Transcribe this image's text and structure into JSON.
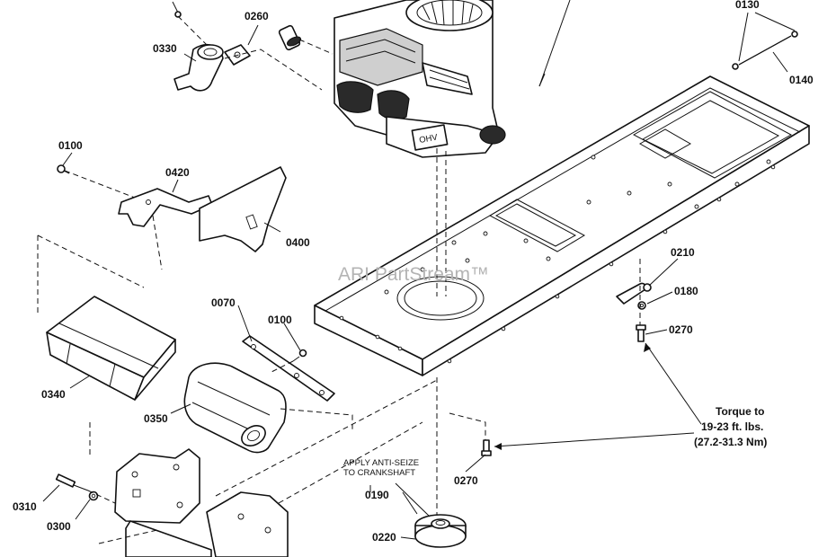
{
  "callouts": {
    "c0130": "0130",
    "c0140": "0140",
    "c0260": "0260",
    "c0330": "0330",
    "c0100a": "0100",
    "c0420": "0420",
    "c0400": "0400",
    "c0210": "0210",
    "c0180": "0180",
    "c0270a": "0270",
    "c0070": "0070",
    "c0100b": "0100",
    "c0340": "0340",
    "c0350": "0350",
    "c0310": "0310",
    "c0300": "0300",
    "c0270b": "0270",
    "c0190": "0190",
    "c0220": "0220"
  },
  "notes": {
    "anti_seize_line1": "APPLY ANTI-SEIZE",
    "anti_seize_line2": "TO CRANKSHAFT",
    "torque_line1": "Torque to",
    "torque_line2": "19-23 ft. lbs.",
    "torque_line3": "(27.2-31.3 Nm)"
  },
  "watermark": "ARI PartStream™",
  "colors": {
    "ink": "#111111",
    "background": "#ffffff",
    "watermark": "#b4b4b4"
  }
}
